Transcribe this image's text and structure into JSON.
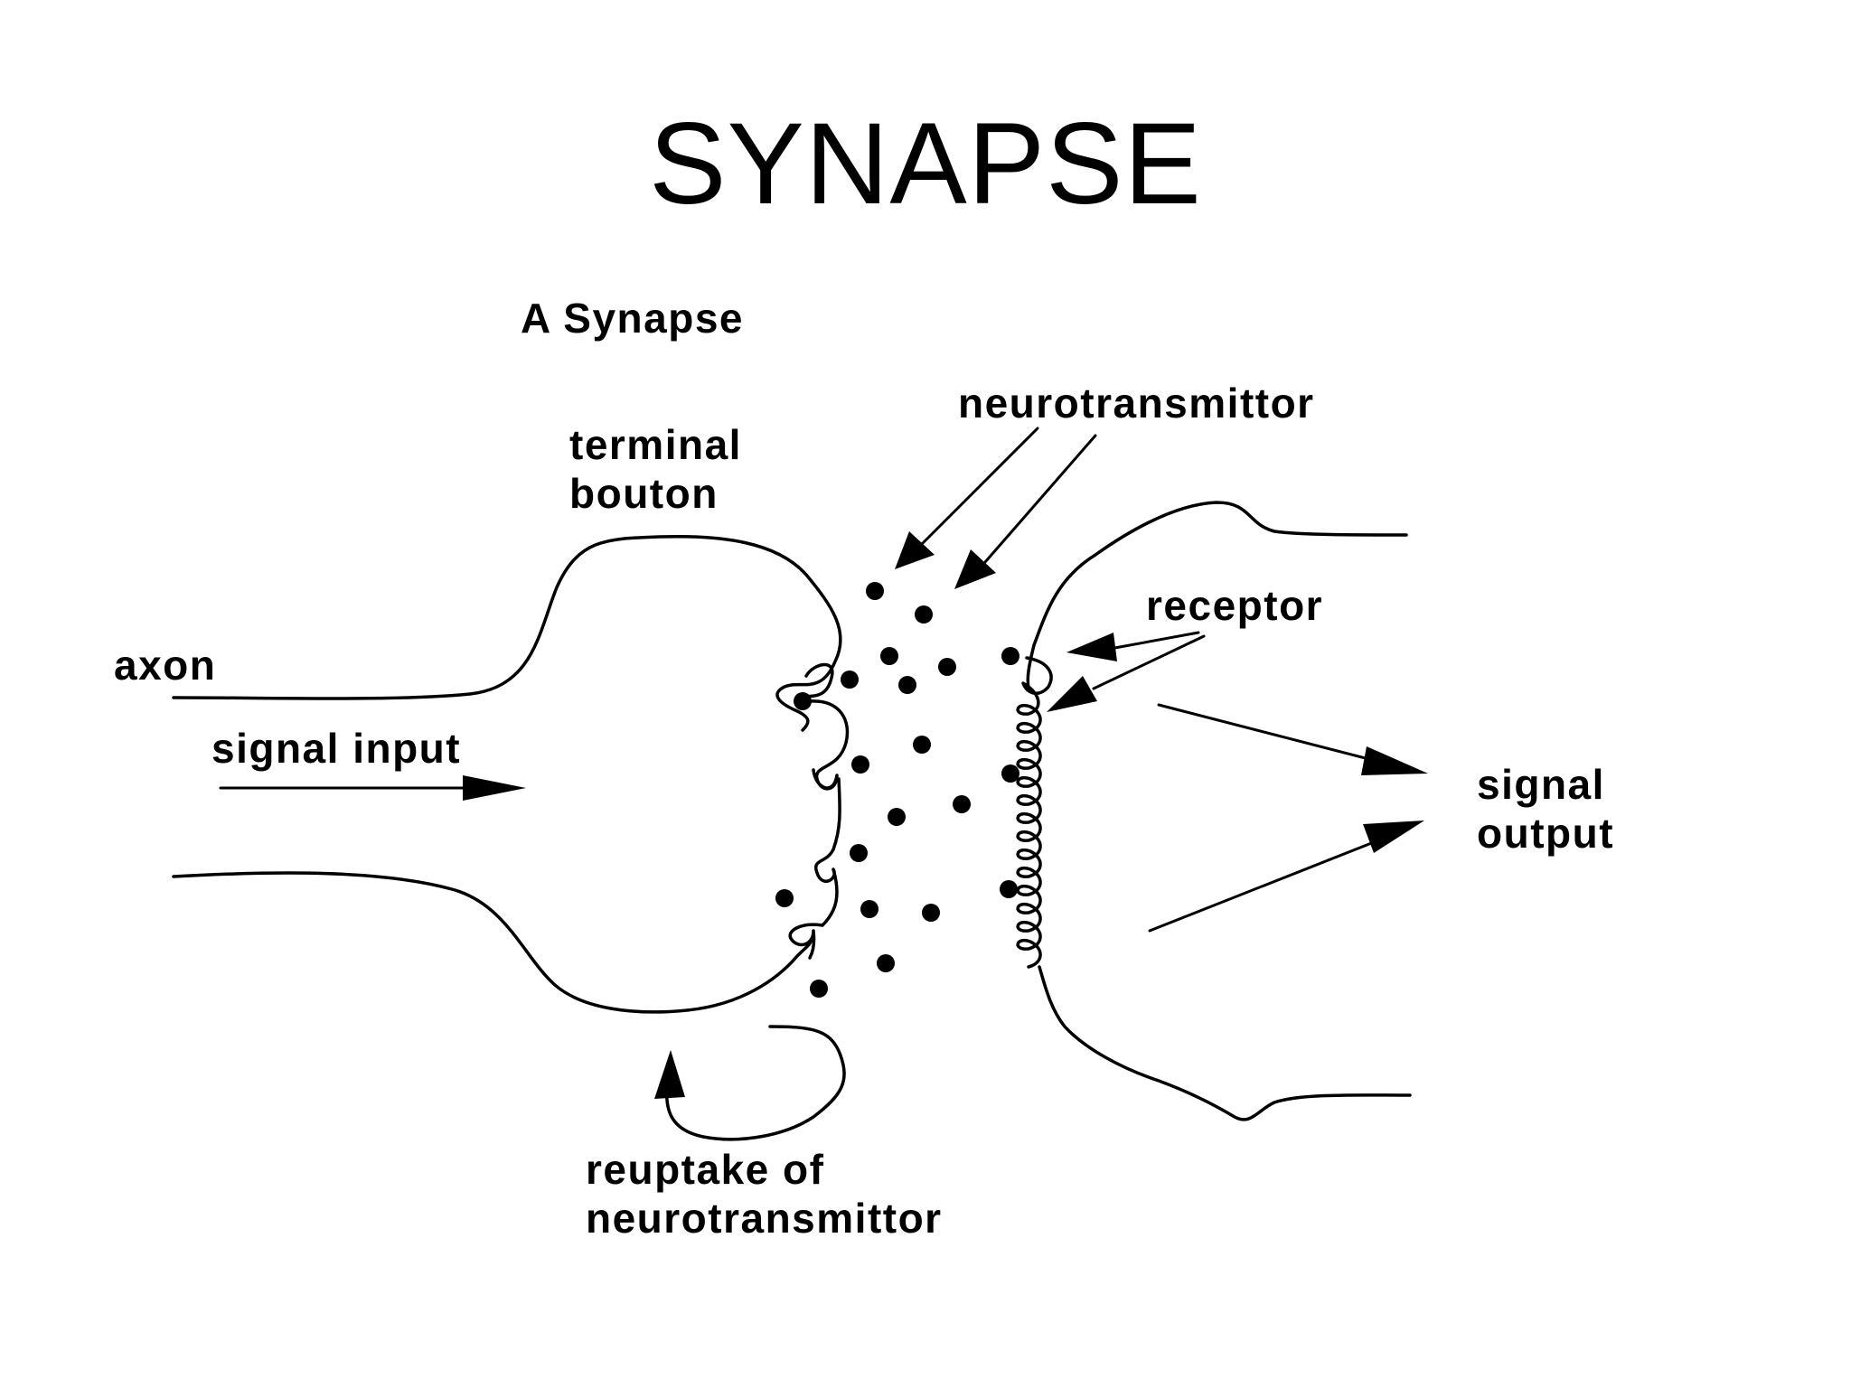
{
  "slide": {
    "title": "SYNAPSE"
  },
  "diagram": {
    "heading": "A Synapse",
    "labels": {
      "neurotransmittor": "neurotransmittor",
      "terminal_line1": "terminal",
      "terminal_line2": "bouton",
      "axon": "axon",
      "signal_input": "signal input",
      "receptor": "receptor",
      "signal_output_line1": "signal",
      "signal_output_line2": "output",
      "reuptake_line1": "reuptake of",
      "reuptake_line2": "neurotransmittor"
    }
  }
}
